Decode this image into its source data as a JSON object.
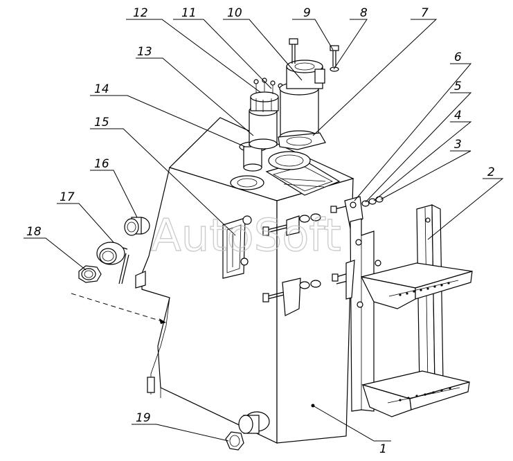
{
  "watermark": "AutoSoft",
  "callouts": [
    {
      "id": "1",
      "label": "1"
    },
    {
      "id": "2",
      "label": "2"
    },
    {
      "id": "3",
      "label": "3"
    },
    {
      "id": "4",
      "label": "4"
    },
    {
      "id": "5",
      "label": "5"
    },
    {
      "id": "6",
      "label": "6"
    },
    {
      "id": "7",
      "label": "7"
    },
    {
      "id": "8",
      "label": "8"
    },
    {
      "id": "9",
      "label": "9"
    },
    {
      "id": "10",
      "label": "10"
    },
    {
      "id": "11",
      "label": "11"
    },
    {
      "id": "12",
      "label": "12"
    },
    {
      "id": "13",
      "label": "13"
    },
    {
      "id": "14",
      "label": "14"
    },
    {
      "id": "15",
      "label": "15"
    },
    {
      "id": "16",
      "label": "16"
    },
    {
      "id": "17",
      "label": "17"
    },
    {
      "id": "18",
      "label": "18"
    },
    {
      "id": "19",
      "label": "19"
    }
  ]
}
